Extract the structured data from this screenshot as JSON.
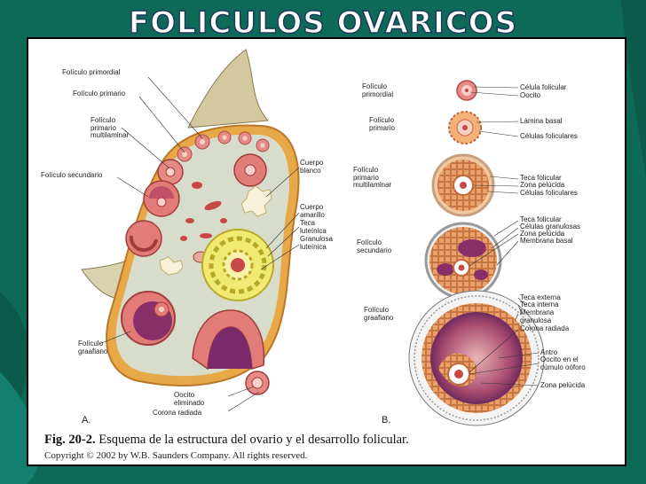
{
  "title": "FOLICULOS OVARICOS",
  "figure": {
    "panel_a": "A.",
    "panel_b": "B.",
    "caption_bold": "Fig. 20-2.",
    "caption_text": " Esquema de la estructura del ovario y el desarrollo folicular.",
    "copyright": "Copyright © 2002 by W.B. Saunders Company. All rights reserved."
  },
  "labels_a": {
    "primordial": "Folículo primordial",
    "primario": "Folículo primario",
    "multilaminar": "Folículo\nprimario\nmultilaminar",
    "secundario": "Folículo secundario",
    "cuerpo_blanco": "Cuerpo\nblanco",
    "cuerpo_amarillo": "Cuerpo\namarillo",
    "teca_luteinica": "Teca\nluteínica",
    "granulosa_luteinica": "Granulosa\nluteínica",
    "graafiano": "Folículo\ngraafiano",
    "ovocito_eliminado": "Oocito\neliminado",
    "corona_radiada": "Corona radiada"
  },
  "labels_b": {
    "f_primordial": "Folículo\nprimordial",
    "f_primario": "Folículo\nprimario",
    "f_multilaminar": "Folículo\nprimario\nmultilaminar",
    "f_secundario": "Folículo\nsecundario",
    "f_graafiano": "Folículo\ngraafiano",
    "celula_folicular": "Célula folicular",
    "oocito": "Oocito",
    "lamina_basal": "Lámina basal",
    "celulas_foliculares_1": "Células foliculares",
    "teca_folicular_1": "Teca folicular",
    "zona_pelucida_1": "Zona pelúcida",
    "celulas_foliculares_2": "Células foliculares",
    "teca_folicular_2": "Teca folicular",
    "celulas_granulosas": "Células granulosas",
    "zona_pelucida_2": "Zona pelúcida",
    "membrana_basal": "Membrana basal",
    "teca_externa": "Teca externa",
    "teca_interna": "Teca interna",
    "membrana_granulosa": "Membrana\ngranulosa",
    "corona_radiada": "Corona radiada",
    "antro": "Antro",
    "oocito_cumulo": "Oocito en el\ncúmulo oóforo",
    "zona_pelucida_3": "Zona pelúcida"
  },
  "colors": {
    "background": "#0e6a58",
    "stroma": "#d8dccb",
    "follicle_pink": "#e58a84",
    "granulosa_yellow": "#f0ea72",
    "antrum_purple": "#7a2a6a",
    "cortex_orange": "#e8a848"
  }
}
